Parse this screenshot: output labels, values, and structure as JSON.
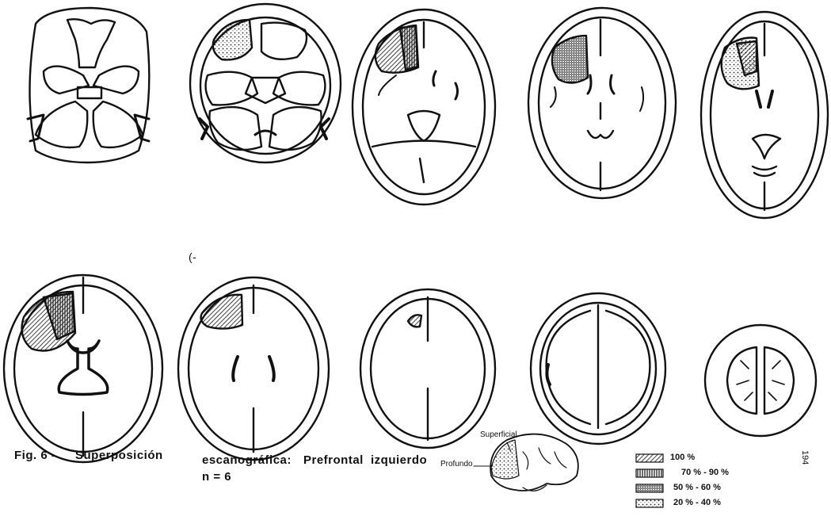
{
  "caption": {
    "figure_label": "Fig. 6 -",
    "title_part1": "Superposición",
    "title_part2": "escanográfica:",
    "title_part3": "Prefrontal",
    "title_part4": "izquierdo",
    "sample": "n = 6"
  },
  "diagram_labels": {
    "superficial": "Superficial",
    "profundo": "Profundo"
  },
  "legend": [
    {
      "label": "100 %",
      "pattern": "hatch"
    },
    {
      "label": "70 % - 90 %",
      "pattern": "vertical"
    },
    {
      "label": "50 % - 60 %",
      "pattern": "dense"
    },
    {
      "label": "20 % - 40 %",
      "pattern": "dots"
    }
  ],
  "page_number": "194",
  "stray_mark": "(-",
  "scans": {
    "row_top": [
      "skull-base",
      "orbital",
      "frontal-basal",
      "ventricle-upper",
      "ventricle-high"
    ],
    "row_bottom": [
      "lateral-ventricles",
      "centrum-semiovale",
      "upper-cortex",
      "vertex-lower",
      "vertex-top"
    ]
  }
}
